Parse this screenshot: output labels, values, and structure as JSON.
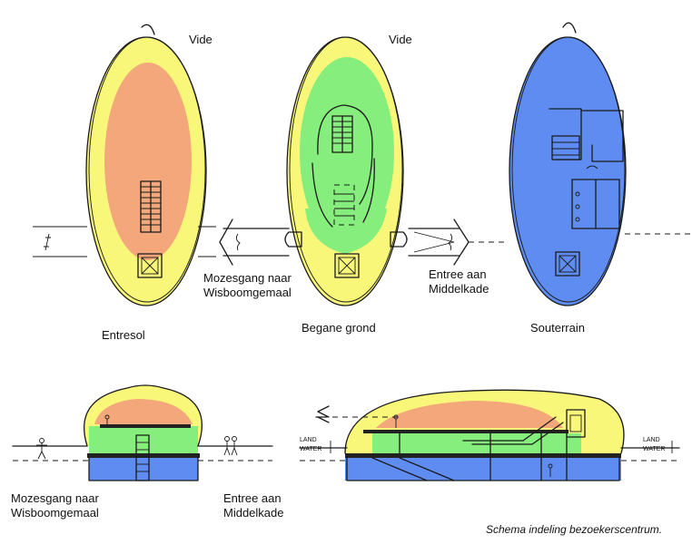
{
  "colors": {
    "vide": "#f8f77a",
    "entresol": "#f4a77a",
    "begane_grond": "#86ee7c",
    "souterrain": "#5f8cf1",
    "line": "#1a1a1a"
  },
  "plans": {
    "entresol": {
      "label": "Entresol",
      "note": "Vide"
    },
    "begane_grond": {
      "label": "Begane grond",
      "note": "Vide"
    },
    "souterrain": {
      "label": "Souterrain"
    }
  },
  "annotations": {
    "mozesgang_plan": "Mozesgang naar\nWisboomgemaal",
    "entree_plan": "Entree aan\nMiddelkade",
    "mozesgang_section": "Mozesgang naar\nWisboomgemaal",
    "entree_section": "Entree aan\nMiddelkade"
  },
  "section_marks": {
    "land_left": "LAND",
    "water_left": "WATER",
    "land_right": "LAND",
    "water_right": "WATER"
  },
  "caption": "Schema indeling bezoekerscentrum."
}
